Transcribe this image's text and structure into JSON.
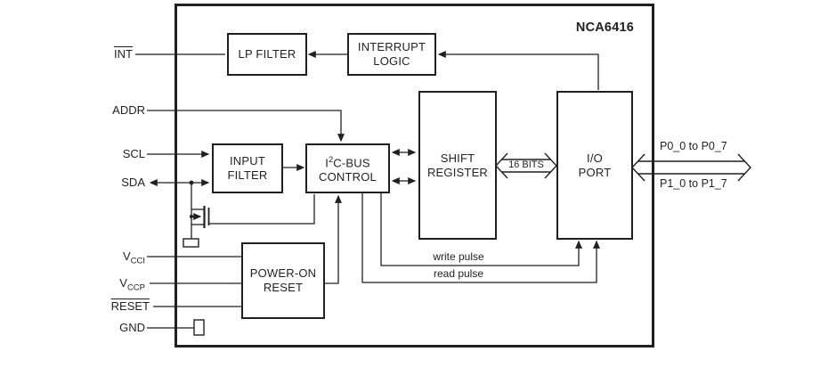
{
  "title": "NCA6416",
  "colors": {
    "line": "#231f20",
    "background": "#ffffff"
  },
  "pins": {
    "int": {
      "label": "INT",
      "overline": true
    },
    "addr": {
      "label": "ADDR"
    },
    "scl": {
      "label": "SCL"
    },
    "sda": {
      "label": "SDA"
    },
    "vcci": {
      "label": "V",
      "sub": "CCI"
    },
    "vccp": {
      "label": "V",
      "sub": "CCP"
    },
    "reset": {
      "label": "RESET",
      "overline": true
    },
    "gnd": {
      "label": "GND"
    }
  },
  "blocks": {
    "lp_filter": {
      "line1": "LP FILTER"
    },
    "interrupt_logic": {
      "line1": "INTERRUPT",
      "line2": "LOGIC"
    },
    "input_filter": {
      "line1": "INPUT",
      "line2": "FILTER"
    },
    "i2c_bus_control": {
      "pre": "I",
      "sup": "2",
      "post": "C-BUS",
      "line2": "CONTROL"
    },
    "shift_register": {
      "line1": "SHIFT",
      "line2": "REGISTER"
    },
    "io_port": {
      "line1": "I/O",
      "line2": "PORT"
    },
    "power_on_reset": {
      "line1": "POWER-ON",
      "line2": "RESET"
    }
  },
  "bus": {
    "width_label": "16 BITS"
  },
  "ports": {
    "p0": "P0_0 to P0_7",
    "p1": "P1_0 to P1_7"
  },
  "signals": {
    "write": "write pulse",
    "read": "read pulse"
  }
}
